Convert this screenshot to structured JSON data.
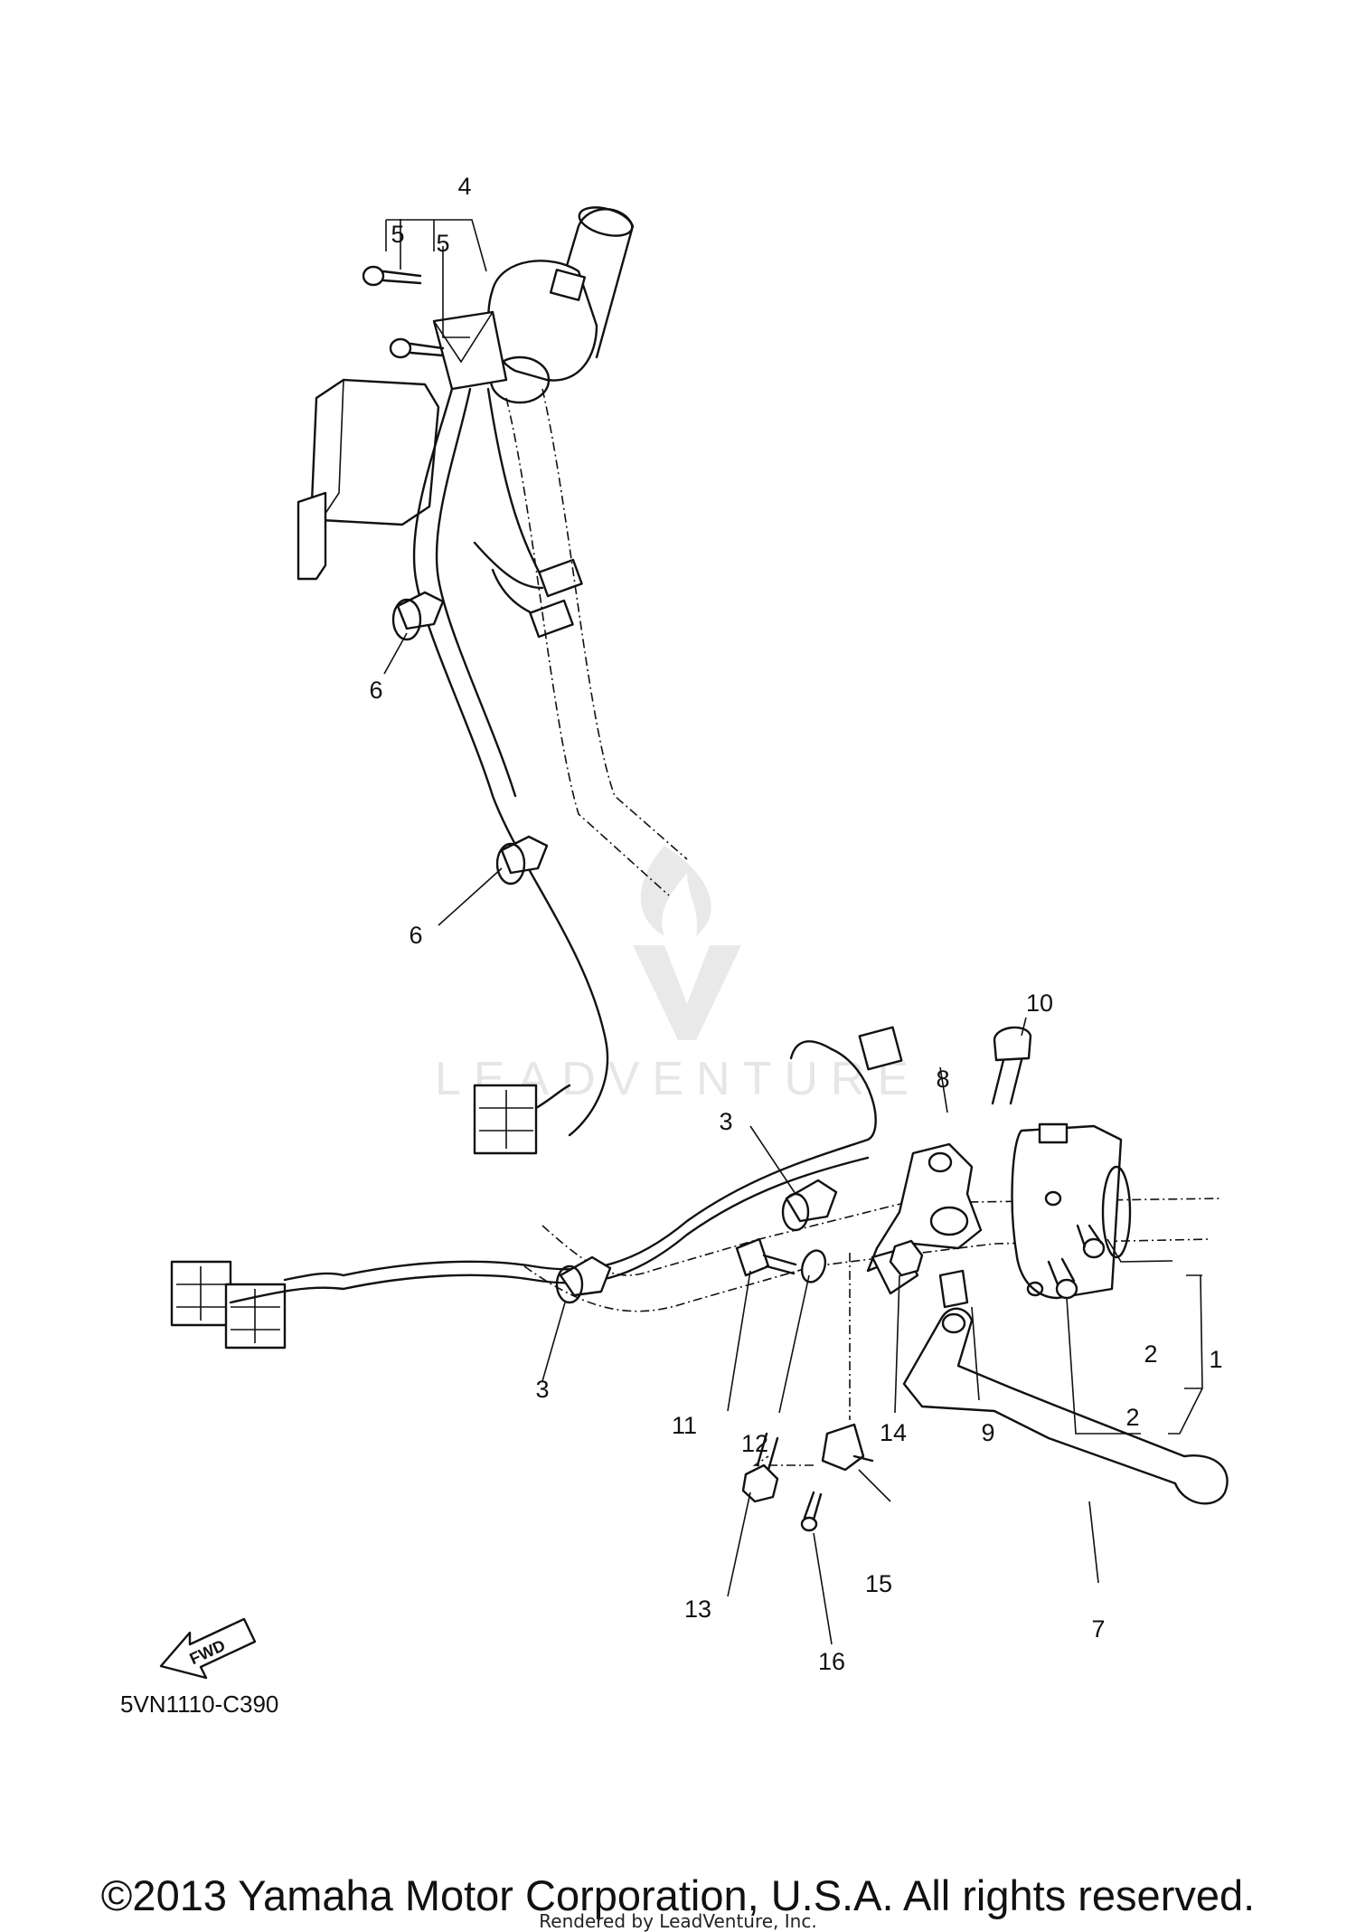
{
  "diagram": {
    "callouts": [
      "1",
      "2",
      "2",
      "3",
      "3",
      "4",
      "5",
      "5",
      "6",
      "6",
      "7",
      "8",
      "9",
      "10",
      "11",
      "12",
      "13",
      "14",
      "15",
      "16"
    ],
    "direction_label": "FWD",
    "diagram_code": "5VN1110-C390",
    "watermark_text": "LEADVENTURE"
  },
  "footer": {
    "copyright": "©2013 Yamaha Motor Corporation, U.S.A. All rights reserved.",
    "rendered_by": "Rendered by LeadVenture, Inc."
  }
}
